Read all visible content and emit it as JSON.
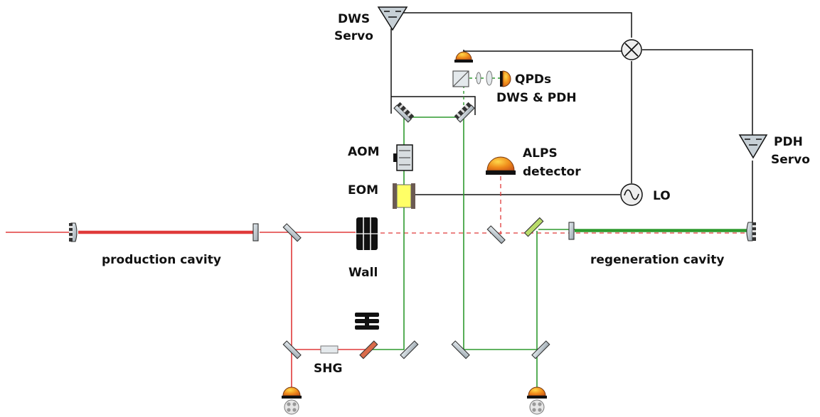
{
  "labels": {
    "dws_servo_1": "DWS",
    "dws_servo_2": "Servo",
    "qpds_1": "QPDs",
    "qpds_2": "DWS & PDH",
    "aom": "AOM",
    "eom": "EOM",
    "alps_1": "ALPS",
    "alps_2": "detector",
    "pdh_servo_1": "PDH",
    "pdh_servo_2": "Servo",
    "lo": "LO",
    "production_cavity": "production cavity",
    "wall": "Wall",
    "regeneration_cavity": "regeneration cavity",
    "shg": "SHG"
  },
  "icons": {
    "mirror": "mirror-icon",
    "detector": "photodiode-icon",
    "servo": "servo-amplifier-icon",
    "mixer": "mixer-icon",
    "oscillator": "local-oscillator-icon"
  },
  "colors": {
    "red_beam": "#e03a3a",
    "green_beam": "#2e9a2e",
    "signal": "#111111",
    "mirror_fill": "#c9d2d8",
    "eom_fill": "#ffff66",
    "detector_orange": "#ef8a1a"
  }
}
